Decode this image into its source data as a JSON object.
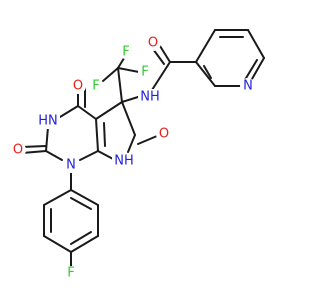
{
  "colors": {
    "bond": "#1a1a1a",
    "O": "#e8201b",
    "N": "#2222dd",
    "F": "#33cc33",
    "C": "#1a1a1a"
  },
  "molecule": {
    "atoms": [
      {
        "id": "O_amide",
        "text": "O",
        "el": "O"
      },
      {
        "id": "N_pyr",
        "text": "N",
        "el": "N"
      },
      {
        "id": "F_a",
        "text": "F",
        "el": "F"
      },
      {
        "id": "F_b",
        "text": "F",
        "el": "F"
      },
      {
        "id": "F_c",
        "text": "F",
        "el": "F"
      },
      {
        "id": "NH_amide",
        "text": "NH",
        "el": "N"
      },
      {
        "id": "O_c4",
        "text": "O",
        "el": "O"
      },
      {
        "id": "HN_ring",
        "text": "HN",
        "el": "N"
      },
      {
        "id": "O_c2",
        "text": "O",
        "el": "O"
      },
      {
        "id": "N_1",
        "text": "N",
        "el": "N"
      },
      {
        "id": "O_c6",
        "text": "O",
        "el": "O"
      },
      {
        "id": "NH_7",
        "text": "NH",
        "el": "N"
      },
      {
        "id": "F_aryl",
        "text": "F",
        "el": "F"
      }
    ]
  }
}
